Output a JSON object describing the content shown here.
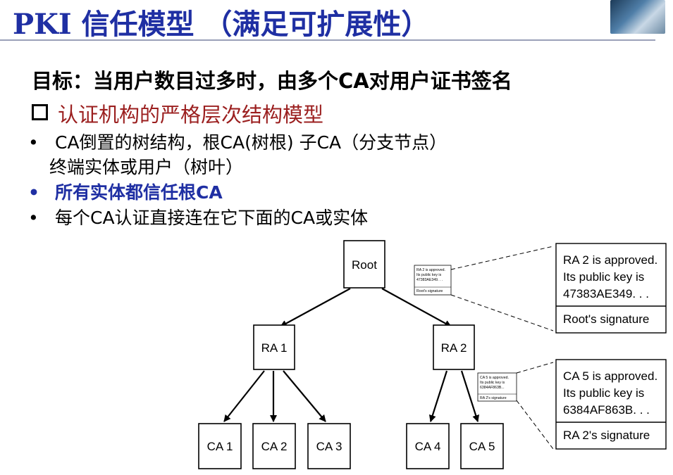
{
  "title": "PKI 信任模型 （满足可扩展性）",
  "goal": "目标：当用户数目过多时，由多个CA对用户证书签名",
  "heading": "认证机构的严格层次结构模型",
  "bullets": [
    {
      "dot": "•",
      "text": "CA倒置的树结构，根CA(树根) 子CA（分支节点）"
    },
    {
      "text": "终端实体或用户（树叶）"
    },
    {
      "dot": "•",
      "text": "所有实体都信任根CA"
    },
    {
      "dot": "•",
      "text": "每个CA认证直接连在它下面的CA或实体"
    }
  ],
  "diagram": {
    "nodes": {
      "root": "Root",
      "ra1": "RA 1",
      "ra2": "RA 2",
      "ca1": "CA 1",
      "ca2": "CA 2",
      "ca3": "CA 3",
      "ca4": "CA 4",
      "ca5": "CA 5"
    },
    "cert_root": {
      "lines": [
        "RA 2 is approved.",
        "Its public key is",
        "47383AE349. . ."
      ],
      "signature": "Root's signature",
      "small_lines": [
        "RA 2 is approved.",
        "Its public key is",
        "47383AE349. . ."
      ],
      "small_signature": "Root's signature"
    },
    "cert_ra2": {
      "lines": [
        "CA 5 is approved.",
        "Its public key is",
        "6384AF863B. . ."
      ],
      "signature": "RA 2's signature",
      "small_lines": [
        "CA 5 is approved.",
        "Its public key is",
        "6384AF863B..."
      ],
      "small_signature": "RA 2's signature"
    }
  },
  "colors": {
    "title": "#1f2fa3",
    "heading": "#9b1f1f",
    "emphasis": "#1f2fa3"
  }
}
